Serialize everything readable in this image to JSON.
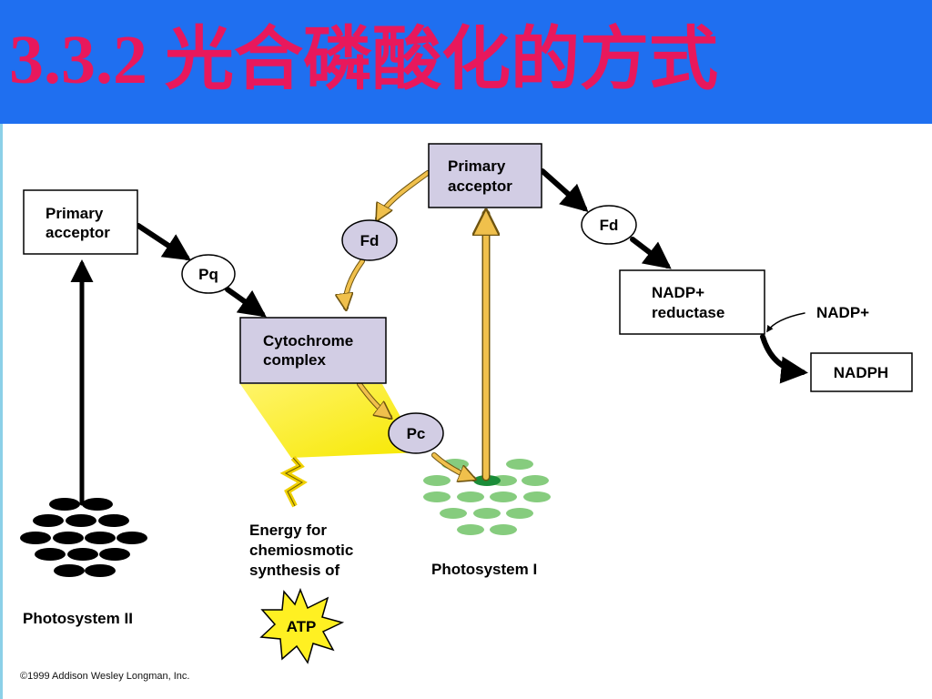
{
  "title": "3.3.2 光合磷酸化的方式",
  "nodes": {
    "psii_primary_acceptor": {
      "line1": "Primary",
      "line2": "acceptor"
    },
    "pq": "Pq",
    "cytochrome": {
      "line1": "Cytochrome",
      "line2": "complex"
    },
    "pc": "Pc",
    "psi_primary_acceptor": {
      "line1": "Primary",
      "line2": "acceptor"
    },
    "fd_cyclic": "Fd",
    "fd_noncyclic": "Fd",
    "nadp_reductase": {
      "line1": "NADP+",
      "line2": "reductase"
    },
    "nadp_plus": "NADP+",
    "nadph": "NADPH",
    "atp": "ATP"
  },
  "labels": {
    "photosystem_ii": "Photosystem II",
    "photosystem_i": "Photosystem I",
    "energy": {
      "line1": "Energy for",
      "line2": "chemiosmotic",
      "line3": "synthesis of"
    }
  },
  "copyright": "©1999 Addison Wesley Longman, Inc.",
  "colors": {
    "title_bar": "#1f6ff0",
    "title_text": "#e8185c",
    "node_fill_purple": "#d2cde4",
    "cyclic_arrow": "#f0c04c",
    "photosystem_i_green": "#86cc7e",
    "photosystem_i_center": "#1a8c38",
    "energy_yellow": "#fff022"
  }
}
